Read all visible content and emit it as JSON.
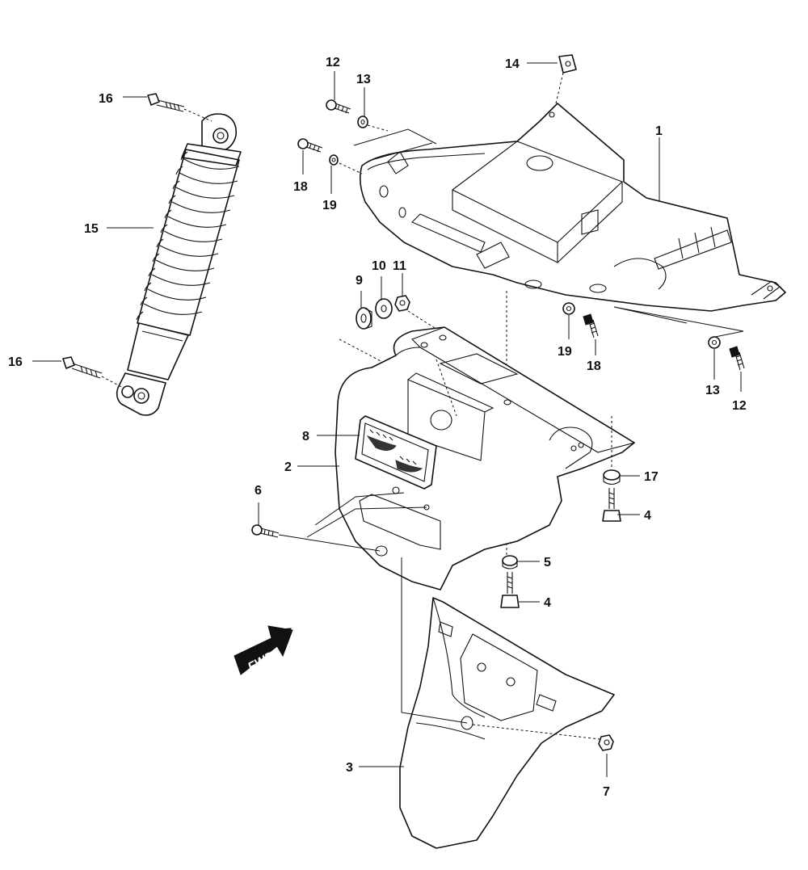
{
  "colors": {
    "line": "#111111",
    "background": "#ffffff"
  },
  "fwd_label": "FWD",
  "callouts": {
    "c1": "1",
    "c2": "2",
    "c3": "3",
    "c4a": "4",
    "c4b": "4",
    "c5": "5",
    "c6": "6",
    "c7": "7",
    "c8": "8",
    "c9": "9",
    "c10": "10",
    "c11": "11",
    "c12a": "12",
    "c12b": "12",
    "c13a": "13",
    "c13b": "13",
    "c14": "14",
    "c15": "15",
    "c16a": "16",
    "c16b": "16",
    "c17": "17",
    "c18a": "18",
    "c18b": "18",
    "c19a": "19",
    "c19b": "19"
  }
}
